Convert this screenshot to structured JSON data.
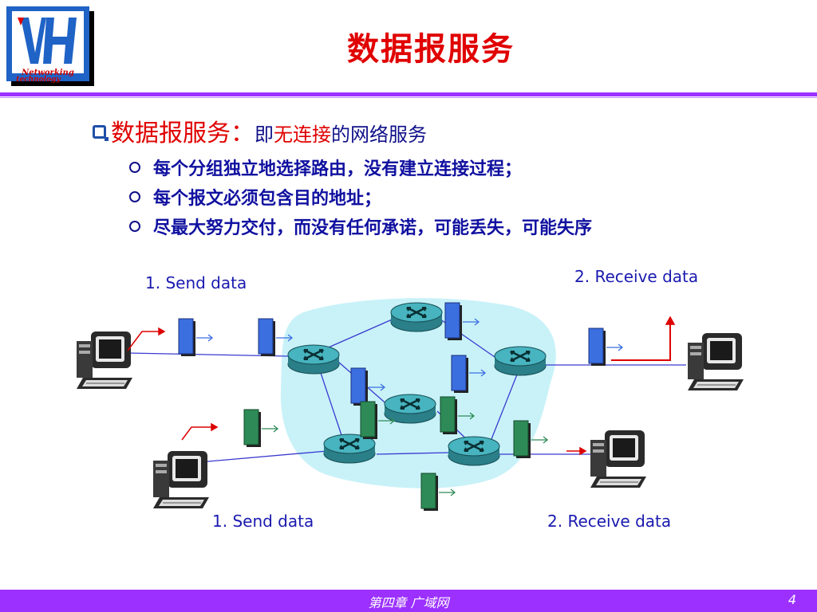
{
  "slide": {
    "title": "数据报服务",
    "logo": {
      "letters": "VH",
      "caption_line1": "Networking",
      "caption_line2": "technology"
    },
    "main_bullet": {
      "term": "数据报服务：",
      "definition_prefix": "即",
      "definition_highlight": "无连接",
      "definition_suffix": "的网络服务"
    },
    "sub_bullets": [
      "每个分组独立地选择路由，没有建立连接过程；",
      "每个报文必须包含目的地址；",
      "尽最大努力交付，而没有任何承诺，可能丢失，可能失序"
    ]
  },
  "diagram": {
    "labels": {
      "send_top": "1. Send data",
      "receive_top": "2. Receive data",
      "send_bottom": "1. Send data",
      "receive_bottom": "2. Receive data"
    },
    "nodes": [
      "host-top-left",
      "host-bottom-left",
      "host-top-right",
      "host-bottom-right",
      "router-1",
      "router-2",
      "router-3",
      "router-4",
      "router-5",
      "router-6"
    ],
    "colors": {
      "network_cloud": "#c8f2f8",
      "router": "#2f8f9a",
      "packet_blue": "#3b6fe0",
      "packet_green": "#2e8b57",
      "arrow_red": "#dd0000",
      "label_blue": "#1a1ab0"
    }
  },
  "footer": {
    "chapter": "第四章  广域网",
    "page_number": "4"
  }
}
